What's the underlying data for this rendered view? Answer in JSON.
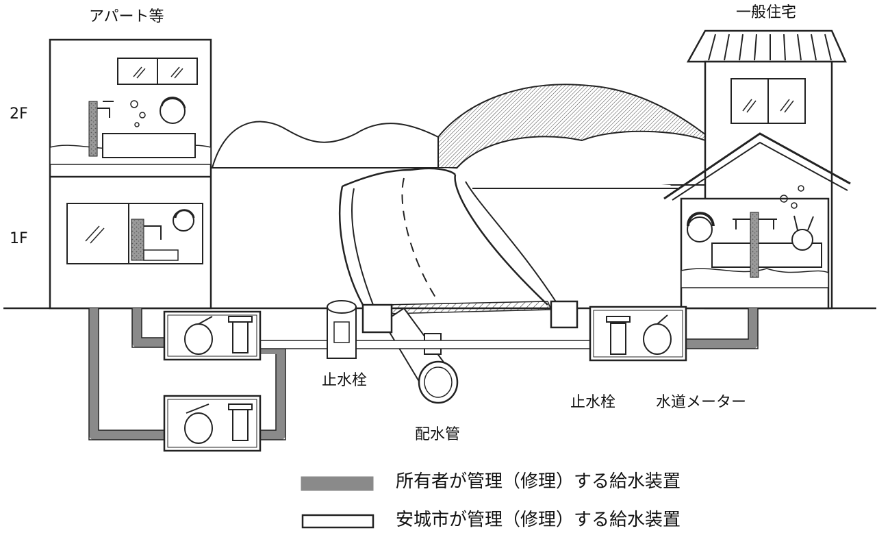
{
  "labels": {
    "apartment": "アパート等",
    "house": "一般住宅",
    "floor2": "2F",
    "floor1": "1F",
    "stopcock_left": "止水栓",
    "stopcock_right": "止水栓",
    "water_meter": "水道メーター",
    "distribution_pipe": "配水管"
  },
  "legend": {
    "owner_text": "所有者が管理（修理）する給水装置",
    "city_text": "安城市が管理（修理）する給水装置",
    "owner_color": "#8a8a8a",
    "city_color": "#ffffff"
  },
  "colors": {
    "owner_pipe": "#8a8a8a",
    "line": "#222222",
    "hatch": "#555555"
  }
}
